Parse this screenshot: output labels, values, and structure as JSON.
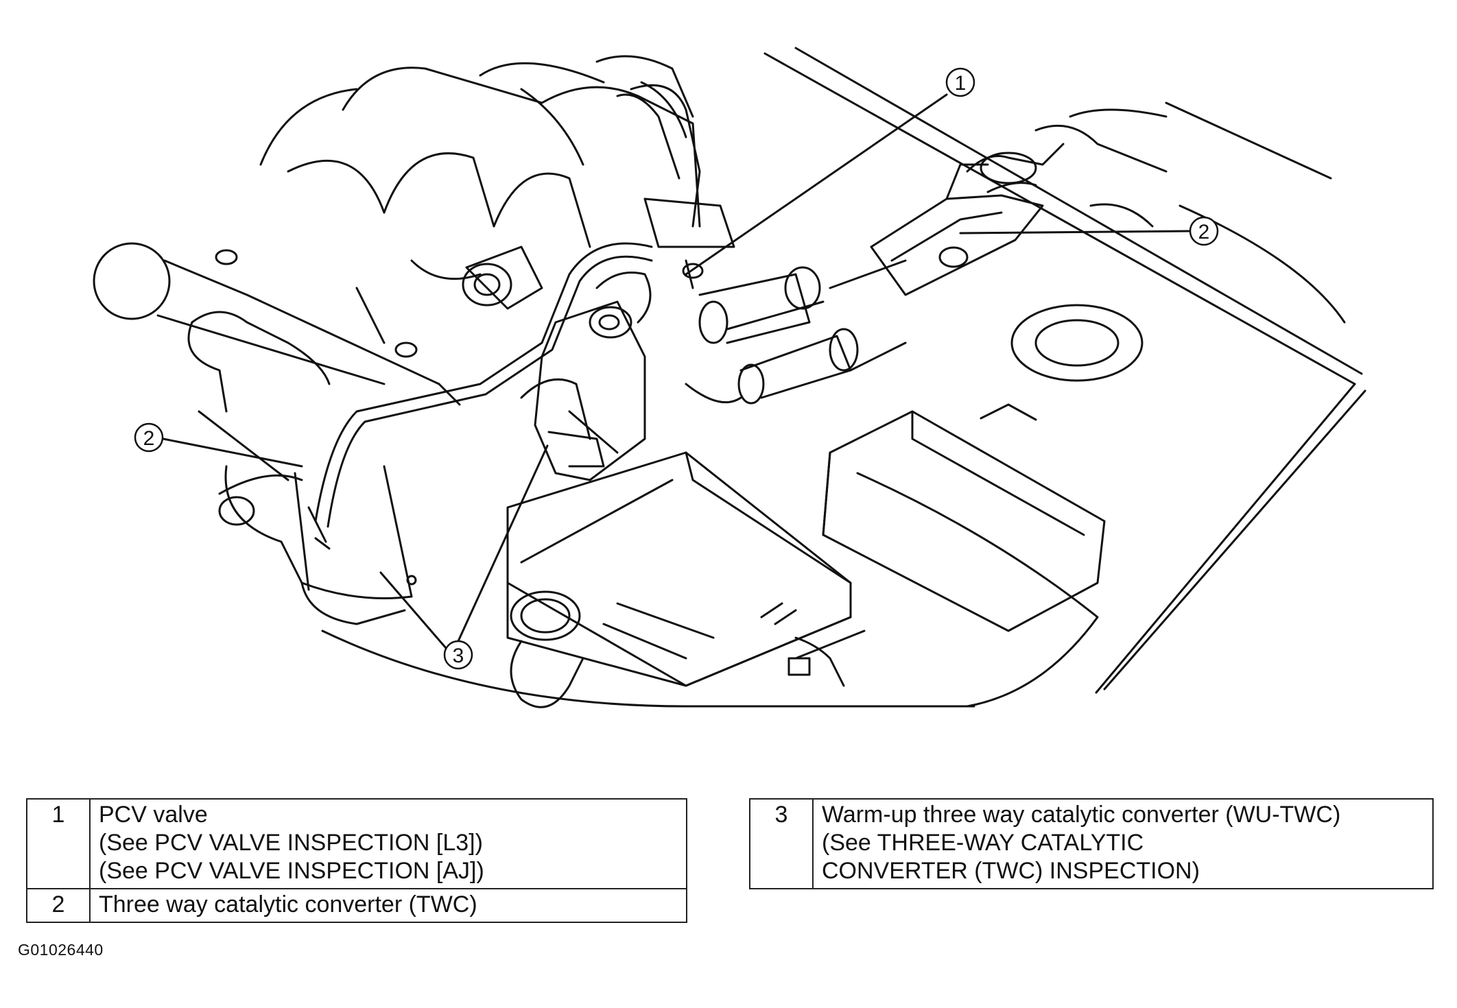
{
  "callouts": {
    "c1": "1",
    "c2a": "2",
    "c2b": "2",
    "c3": "3"
  },
  "legend": {
    "left_rows": [
      {
        "num": "1",
        "lines": [
          "PCV valve",
          "(See  PCV VALVE INSPECTION [L3])",
          "(See  PCV VALVE INSPECTION [AJ])"
        ]
      },
      {
        "num": "2",
        "lines": [
          "Three way catalytic converter (TWC)"
        ]
      }
    ],
    "right_rows": [
      {
        "num": "3",
        "lines": [
          "Warm-up three way catalytic converter (WU-TWC)",
          "(See THREE-WAY CATALYTIC",
          "CONVERTER (TWC) INSPECTION)"
        ]
      }
    ]
  },
  "figure_code": "G01026440"
}
